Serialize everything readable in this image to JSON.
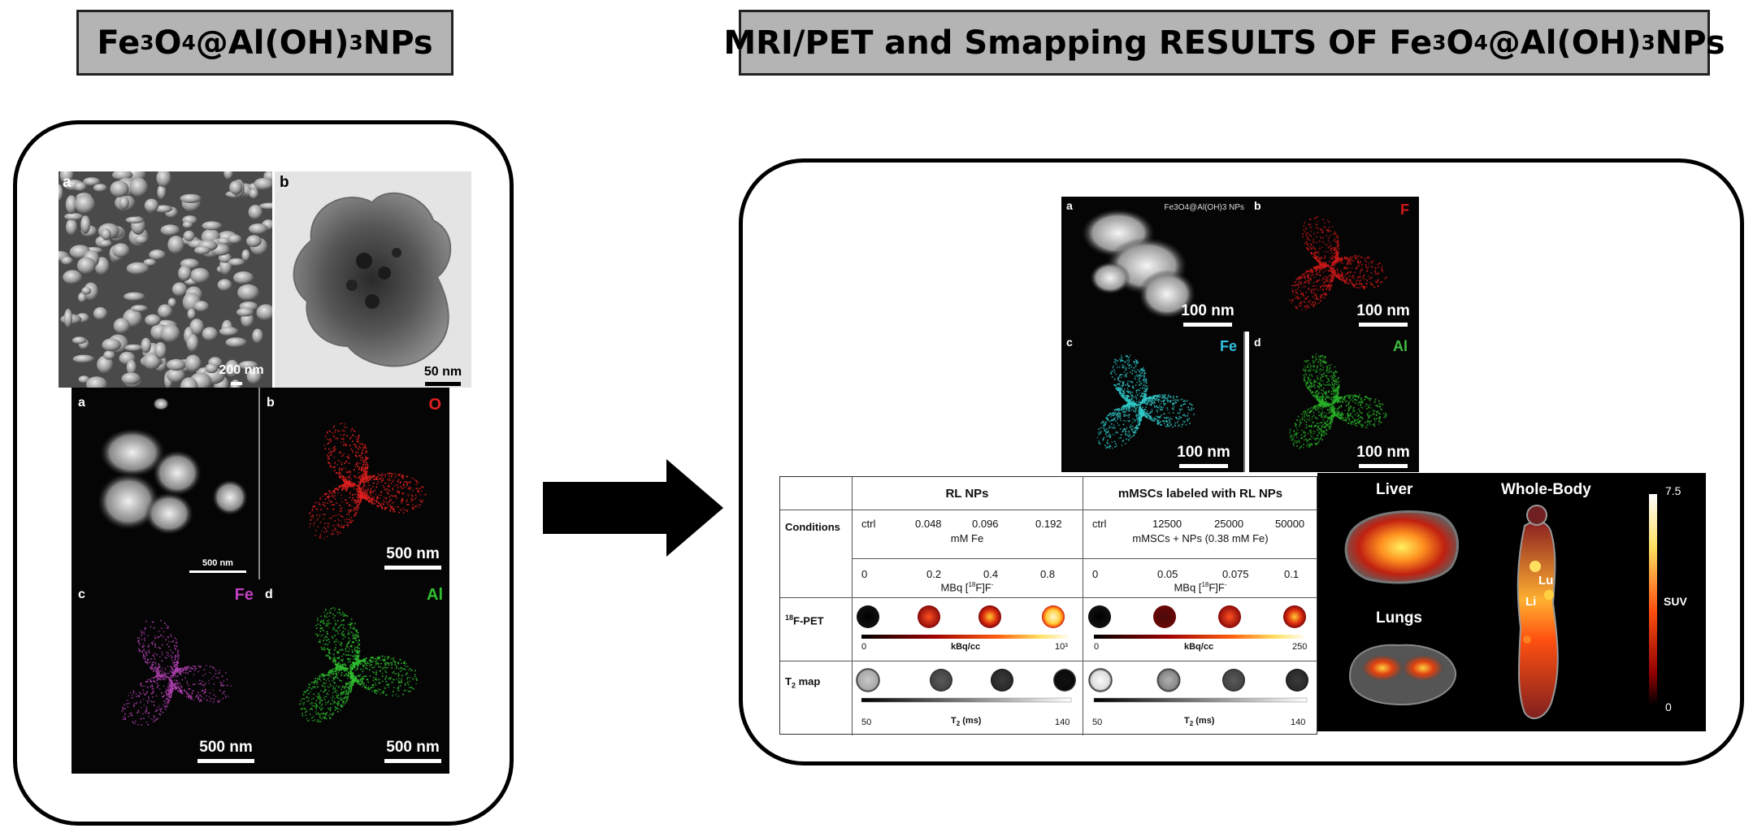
{
  "left_title": {
    "base": "Fe",
    "s1": "3",
    "b2": "O",
    "s2": "4",
    "b3": "@Al(OH)",
    "s3": "3",
    "b4": " NPs"
  },
  "right_title": {
    "base": "MRI/PET and Smapping RESULTS OF Fe",
    "s1": "3",
    "b2": "O",
    "s2": "4",
    "b3": "@Al(OH)",
    "s3": "3",
    "b4": " NPs"
  },
  "left_panel": {
    "sem": {
      "label": "a",
      "scale": "200 nm"
    },
    "tem": {
      "label": "b",
      "scale": "50 nm"
    },
    "map": {
      "a": {
        "label": "a",
        "scale": "500 nm"
      },
      "b": {
        "label": "b",
        "element": "O",
        "scale": "500 nm"
      },
      "c": {
        "label": "c",
        "element": "Fe",
        "scale": "500 nm"
      },
      "d": {
        "label": "d",
        "element": "Al",
        "scale": "500 nm"
      }
    }
  },
  "right_panel": {
    "map": {
      "a": {
        "label": "a",
        "caption": "Fe3O4@Al(OH)3 NPs",
        "scale": "100 nm"
      },
      "b": {
        "label": "b",
        "element": "F",
        "scale": "100 nm"
      },
      "c": {
        "label": "c",
        "element": "Fe",
        "scale": "100 nm"
      },
      "d": {
        "label": "d",
        "element": "Al",
        "scale": "100 nm"
      }
    },
    "table": {
      "col1": "RL NPs",
      "col2": "mMSCs labeled with RL NPs",
      "row_conditions": "Conditions",
      "rl_conc": [
        "ctrl",
        "0.048",
        "0.096",
        "0.192"
      ],
      "rl_conc_unit": "mM Fe",
      "ms_conc": [
        "ctrl",
        "12500",
        "25000",
        "50000"
      ],
      "ms_conc_unit": "mMSCs + NPs (0.38 mM Fe)",
      "rl_mbq": [
        "0",
        "0.2",
        "0.4",
        "0.8"
      ],
      "ms_mbq": [
        "0",
        "0.05",
        "0.075",
        "0.1"
      ],
      "mbq_unit": "MBq [18F]F-",
      "row_pet": "18F-PET",
      "pet_bar_left": {
        "min": "0",
        "label": "kBq/cc",
        "max": "10³"
      },
      "pet_bar_right": {
        "min": "0",
        "label": "kBq/cc",
        "max": "250"
      },
      "row_t2": "T2 map",
      "t2_bar_left": {
        "min": "50",
        "label": "T2 (ms)",
        "max": "140"
      },
      "t2_bar_right": {
        "min": "50",
        "label": "T2 (ms)",
        "max": "140"
      }
    },
    "pet": {
      "liver": "Liver",
      "lungs": "Lungs",
      "whole_body": "Whole-Body",
      "lu": "Lu",
      "li": "Li",
      "suv_max": "7.5",
      "suv_label": "SUV",
      "suv_min": "0"
    }
  },
  "colors": {
    "title_bg": "#b4b4b4",
    "oxygen": "#e02020",
    "iron_left": "#c040c0",
    "aluminum": "#30c030",
    "iron_right": "#30d0d0",
    "fluorine": "#d01818"
  }
}
